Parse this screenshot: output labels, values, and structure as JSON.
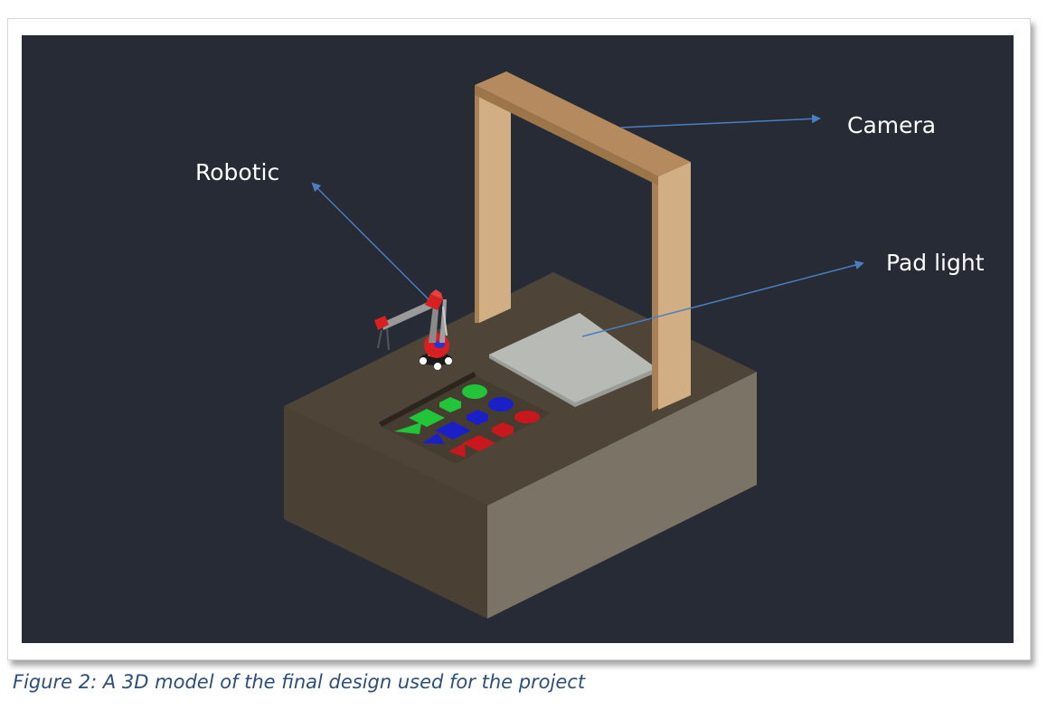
{
  "figure": {
    "caption": "Figure 2: A 3D model of the final design used for the project",
    "labels": {
      "robotic": "Robotic",
      "camera": "Camera",
      "pad_light": "Pad light"
    }
  },
  "colors": {
    "background": "#262b35",
    "box_top": "#4e4538",
    "box_front_left": "#4a4134",
    "box_front_right": "#7a7366",
    "frame_wood": "#d2ae85",
    "pad": "#b8bab6",
    "arrow": "#4a7ec0",
    "shape_green": "#22c43a",
    "shape_blue": "#1b1fc8",
    "shape_red": "#c8181e"
  }
}
